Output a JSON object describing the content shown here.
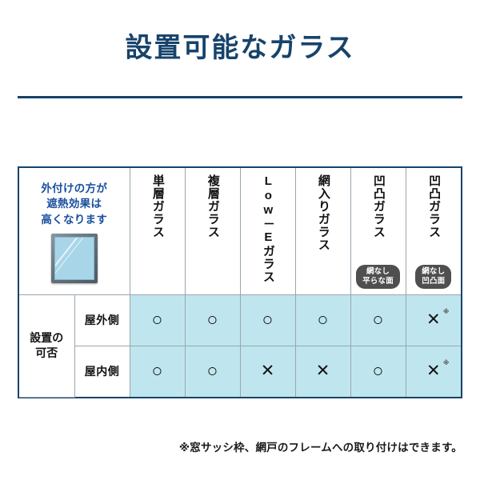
{
  "page": {
    "title": "設置可能なガラス",
    "title_color": "#17436b",
    "accent_color": "#17436b",
    "cell_highlight_color": "#bfe6ef",
    "promo_color": "#1b4fa0",
    "badge_color": "#4f4f4f",
    "footnote": "※窓サッシ枠、網戸のフレームへの取り付けはできます。"
  },
  "table": {
    "promo": {
      "line1": "外付けの方が",
      "line2": "遮熱効果は",
      "line3": "高くなります",
      "figure_name": "window-glass-panel"
    },
    "columns": [
      {
        "label": "単層ガラス",
        "badge": null
      },
      {
        "label": "複層ガラス",
        "badge": null
      },
      {
        "label": "Low－Eガラス",
        "badge": null
      },
      {
        "label": "網入りガラス",
        "badge": null
      },
      {
        "label": "凹凸ガラス",
        "badge": {
          "line1": "網なし",
          "line2": "平らな面"
        }
      },
      {
        "label": "凹凸ガラス",
        "badge": {
          "line1": "網なし",
          "line2": "凹凸面"
        }
      }
    ],
    "row_group_label": "設置の\n可否",
    "row_group_label_line1": "設置の",
    "row_group_label_line2": "可否",
    "rows": [
      {
        "label": "屋外側",
        "cells": [
          {
            "mark": "○",
            "note": ""
          },
          {
            "mark": "○",
            "note": ""
          },
          {
            "mark": "○",
            "note": ""
          },
          {
            "mark": "○",
            "note": ""
          },
          {
            "mark": "○",
            "note": ""
          },
          {
            "mark": "✕",
            "note": "※"
          }
        ]
      },
      {
        "label": "屋内側",
        "cells": [
          {
            "mark": "○",
            "note": ""
          },
          {
            "mark": "○",
            "note": ""
          },
          {
            "mark": "✕",
            "note": ""
          },
          {
            "mark": "✕",
            "note": ""
          },
          {
            "mark": "○",
            "note": ""
          },
          {
            "mark": "✕",
            "note": "※"
          }
        ]
      }
    ]
  }
}
